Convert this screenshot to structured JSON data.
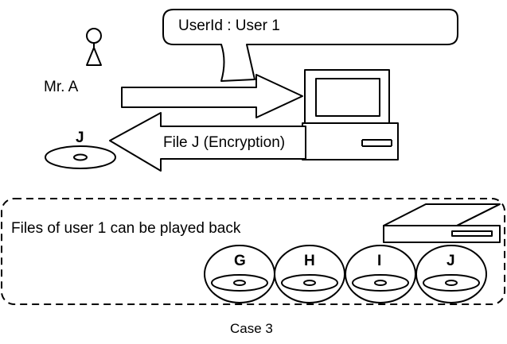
{
  "callout": {
    "text": "UserId : User 1"
  },
  "person": {
    "label": "Mr. A",
    "icon": "person-icon"
  },
  "outgoing_arrow": {
    "direction": "right"
  },
  "return_arrow": {
    "label": "File J (Encryption)",
    "direction": "left"
  },
  "disc_sent": {
    "label": "J",
    "icon": "disc-icon"
  },
  "computer": {
    "icon": "computer-icon"
  },
  "playback_box": {
    "text": "Files of user 1 can be played back",
    "discs": [
      "G",
      "H",
      "I",
      "J"
    ],
    "device_icon": "player-device-icon"
  },
  "caption": "Case 3",
  "colors": {
    "stroke": "#000000",
    "fill": "#ffffff"
  }
}
